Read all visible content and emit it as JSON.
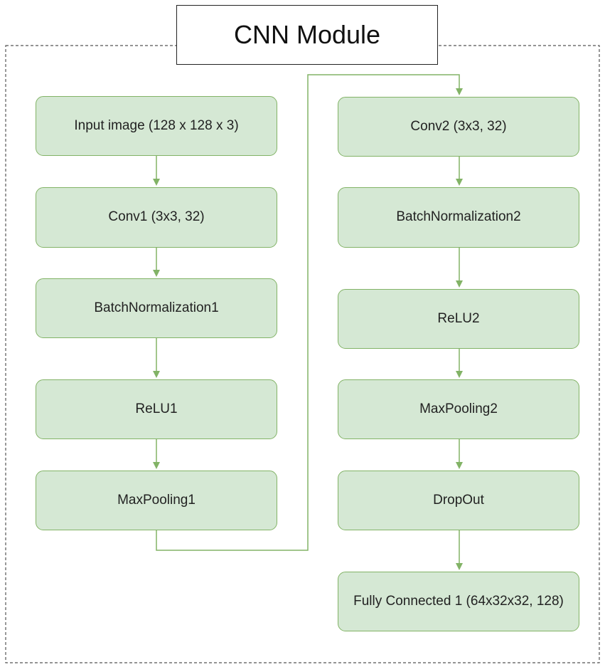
{
  "title": "CNN Module",
  "colors": {
    "node_fill": "#d5e8d4",
    "node_border": "#82b366",
    "arrow": "#82b366",
    "frame": "#555555"
  },
  "left_column": [
    {
      "id": "input",
      "label": "Input image (128 x 128 x 3)"
    },
    {
      "id": "conv1",
      "label": "Conv1 (3x3, 32)"
    },
    {
      "id": "bn1",
      "label": "BatchNormalization1"
    },
    {
      "id": "relu1",
      "label": "ReLU1"
    },
    {
      "id": "maxpool1",
      "label": "MaxPooling1"
    }
  ],
  "right_column": [
    {
      "id": "conv2",
      "label": "Conv2 (3x3, 32)"
    },
    {
      "id": "bn2",
      "label": "BatchNormalization2"
    },
    {
      "id": "relu2",
      "label": "ReLU2"
    },
    {
      "id": "maxpool2",
      "label": "MaxPooling2"
    },
    {
      "id": "dropout",
      "label": "DropOut"
    },
    {
      "id": "fc1",
      "label": "Fully Connected 1 (64x32x32, 128)"
    }
  ]
}
